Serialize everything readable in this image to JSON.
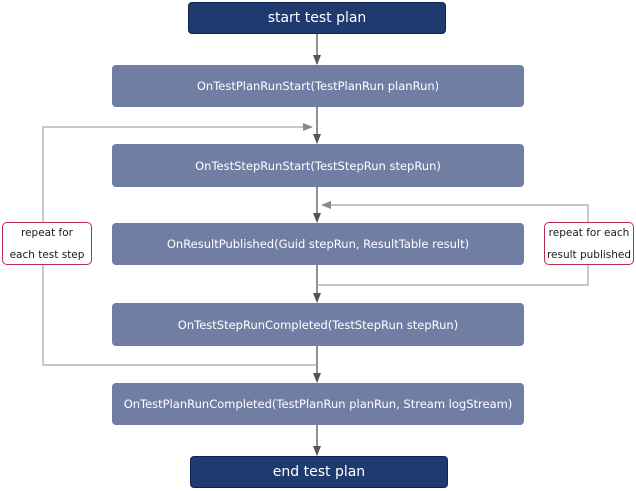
{
  "nodes": {
    "start": "start test plan",
    "plan_run_start": "OnTestPlanRunStart(TestPlanRun planRun)",
    "step_run_start": "OnTestStepRunStart(TestStepRun stepRun)",
    "result_published": "OnResultPublished(Guid stepRun, ResultTable result)",
    "step_run_completed": "OnTestStepRunCompleted(TestStepRun stepRun)",
    "plan_run_completed": "OnTestPlanRunCompleted(TestPlanRun planRun, Stream logStream)",
    "end": "end test plan"
  },
  "notes": {
    "each_test_step": {
      "line1": "repeat for",
      "line2": "each test step"
    },
    "each_result": {
      "line1": "repeat for each",
      "line2": "result published"
    }
  },
  "colors": {
    "terminal": "#1e3a6e",
    "step": "#707ea4",
    "note_border": "#c0284a",
    "connector": "#555555",
    "loop_line": "#a6a6a6"
  }
}
